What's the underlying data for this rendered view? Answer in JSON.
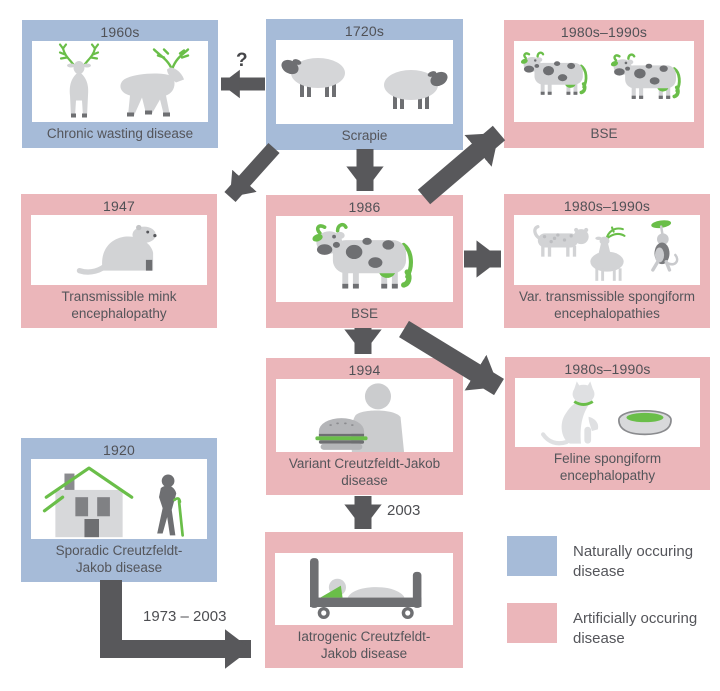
{
  "palette": {
    "natural_blue": "#a6bbd8",
    "artificial_pink": "#ebb6ba",
    "arrow_gray": "#58585b",
    "accent_green": "#6abe49",
    "animal_light_gray": "#d2d3d5",
    "animal_dark_gray": "#6e6f72",
    "text_gray": "#54555a",
    "panel_white": "#ffffff"
  },
  "boxes": {
    "chronic_wasting": {
      "date": "1960s",
      "label": "Chronic wasting disease",
      "category": "natural",
      "icon": "deer-pair-icon"
    },
    "scrapie": {
      "date": "1720s",
      "label": "Scrapie",
      "category": "natural",
      "icon": "sheep-pair-icon"
    },
    "bse_outbreak": {
      "date": "1980s–1990s",
      "label": "BSE",
      "category": "artificial",
      "icon": "cow-pair-icon"
    },
    "mink": {
      "date": "1947",
      "label": "Transmissible mink encephalopathy",
      "category": "artificial",
      "icon": "mink-icon"
    },
    "bse": {
      "date": "1986",
      "label": "BSE",
      "category": "artificial",
      "icon": "cow-icon"
    },
    "var_tse": {
      "date": "1980s–1990s",
      "label": "Var. transmissible spongiform encephalopathies",
      "category": "artificial",
      "icon": "wild-animals-icon"
    },
    "variant_cjd": {
      "date": "1994",
      "label": "Variant Creutzfeldt-Jakob disease",
      "category": "artificial",
      "icon": "person-hamburger-icon"
    },
    "feline": {
      "date": "1980s–1990s",
      "label": "Feline spongiform encephalopathy",
      "category": "artificial",
      "icon": "cat-food-bowl-icon"
    },
    "sporadic_cjd": {
      "date": "1920",
      "label": "Sporadic Creutzfeldt-Jakob disease",
      "category": "natural",
      "icon": "house-elderly-man-icon"
    },
    "iatrogenic_cjd": {
      "date": "",
      "label": "Iatrogenic Creutzfeldt-Jakob disease",
      "category": "artificial",
      "icon": "hospital-bed-icon"
    }
  },
  "arrow_labels": {
    "question": "?",
    "year_2003": "2003",
    "range_1973_2003": "1973 – 2003"
  },
  "legend": {
    "natural": {
      "color": "#a6bbd8",
      "label": "Naturally occuring disease"
    },
    "artificial": {
      "color": "#ebb6ba",
      "label": "Artificially occuring disease"
    }
  }
}
